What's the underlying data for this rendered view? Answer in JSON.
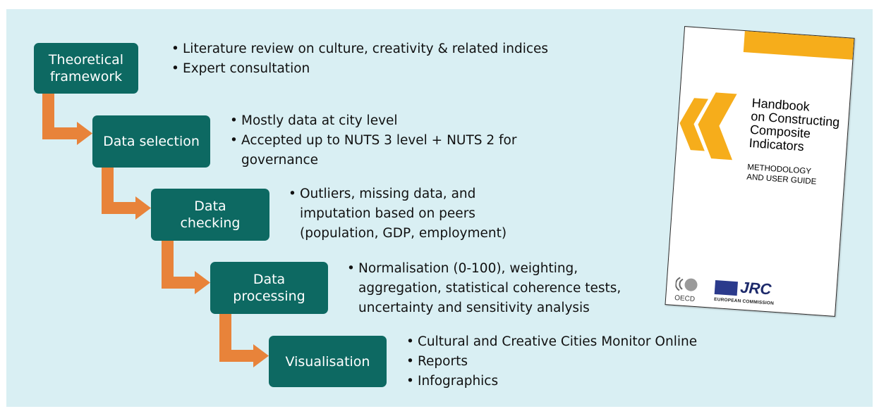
{
  "steps": [
    {
      "label": "Theoretical\nframework",
      "bullets": [
        "Literature review on culture, creativity & related indices",
        "Expert consultation"
      ]
    },
    {
      "label": "Data selection",
      "bullets": [
        "Mostly data at city level",
        "Accepted up to NUTS 3 level + NUTS 2 for governance"
      ]
    },
    {
      "label": "Data\nchecking",
      "bullets": [
        "Outliers, missing data, and imputation based on peers (population, GDP, employment)"
      ]
    },
    {
      "label": "Data\nprocessing",
      "bullets": [
        "Normalisation (0-100), weighting, aggregation, statistical coherence tests, uncertainty and sensitivity analysis"
      ]
    },
    {
      "label": "Visualisation",
      "bullets": [
        "Cultural and Creative Cities Monitor Online",
        "Reports",
        "Infographics"
      ]
    }
  ],
  "handbook": {
    "title": "Handbook\non Constructing\nComposite\nIndicators",
    "subtitle": "METHODOLOGY\nAND USER GUIDE",
    "oecd_label": "OECD",
    "jrc_label": "JRC",
    "ec_label": "EUROPEAN COMMISSION"
  },
  "colors": {
    "panel": "#d9eff3",
    "step_box": "#0d6962",
    "arrow": "#e8833a",
    "book_accent": "#f6ad1b"
  },
  "icons": {
    "connector": "elbow-arrow-icon",
    "oecd": "oecd-logo-icon",
    "eu": "eu-flag-icon"
  }
}
